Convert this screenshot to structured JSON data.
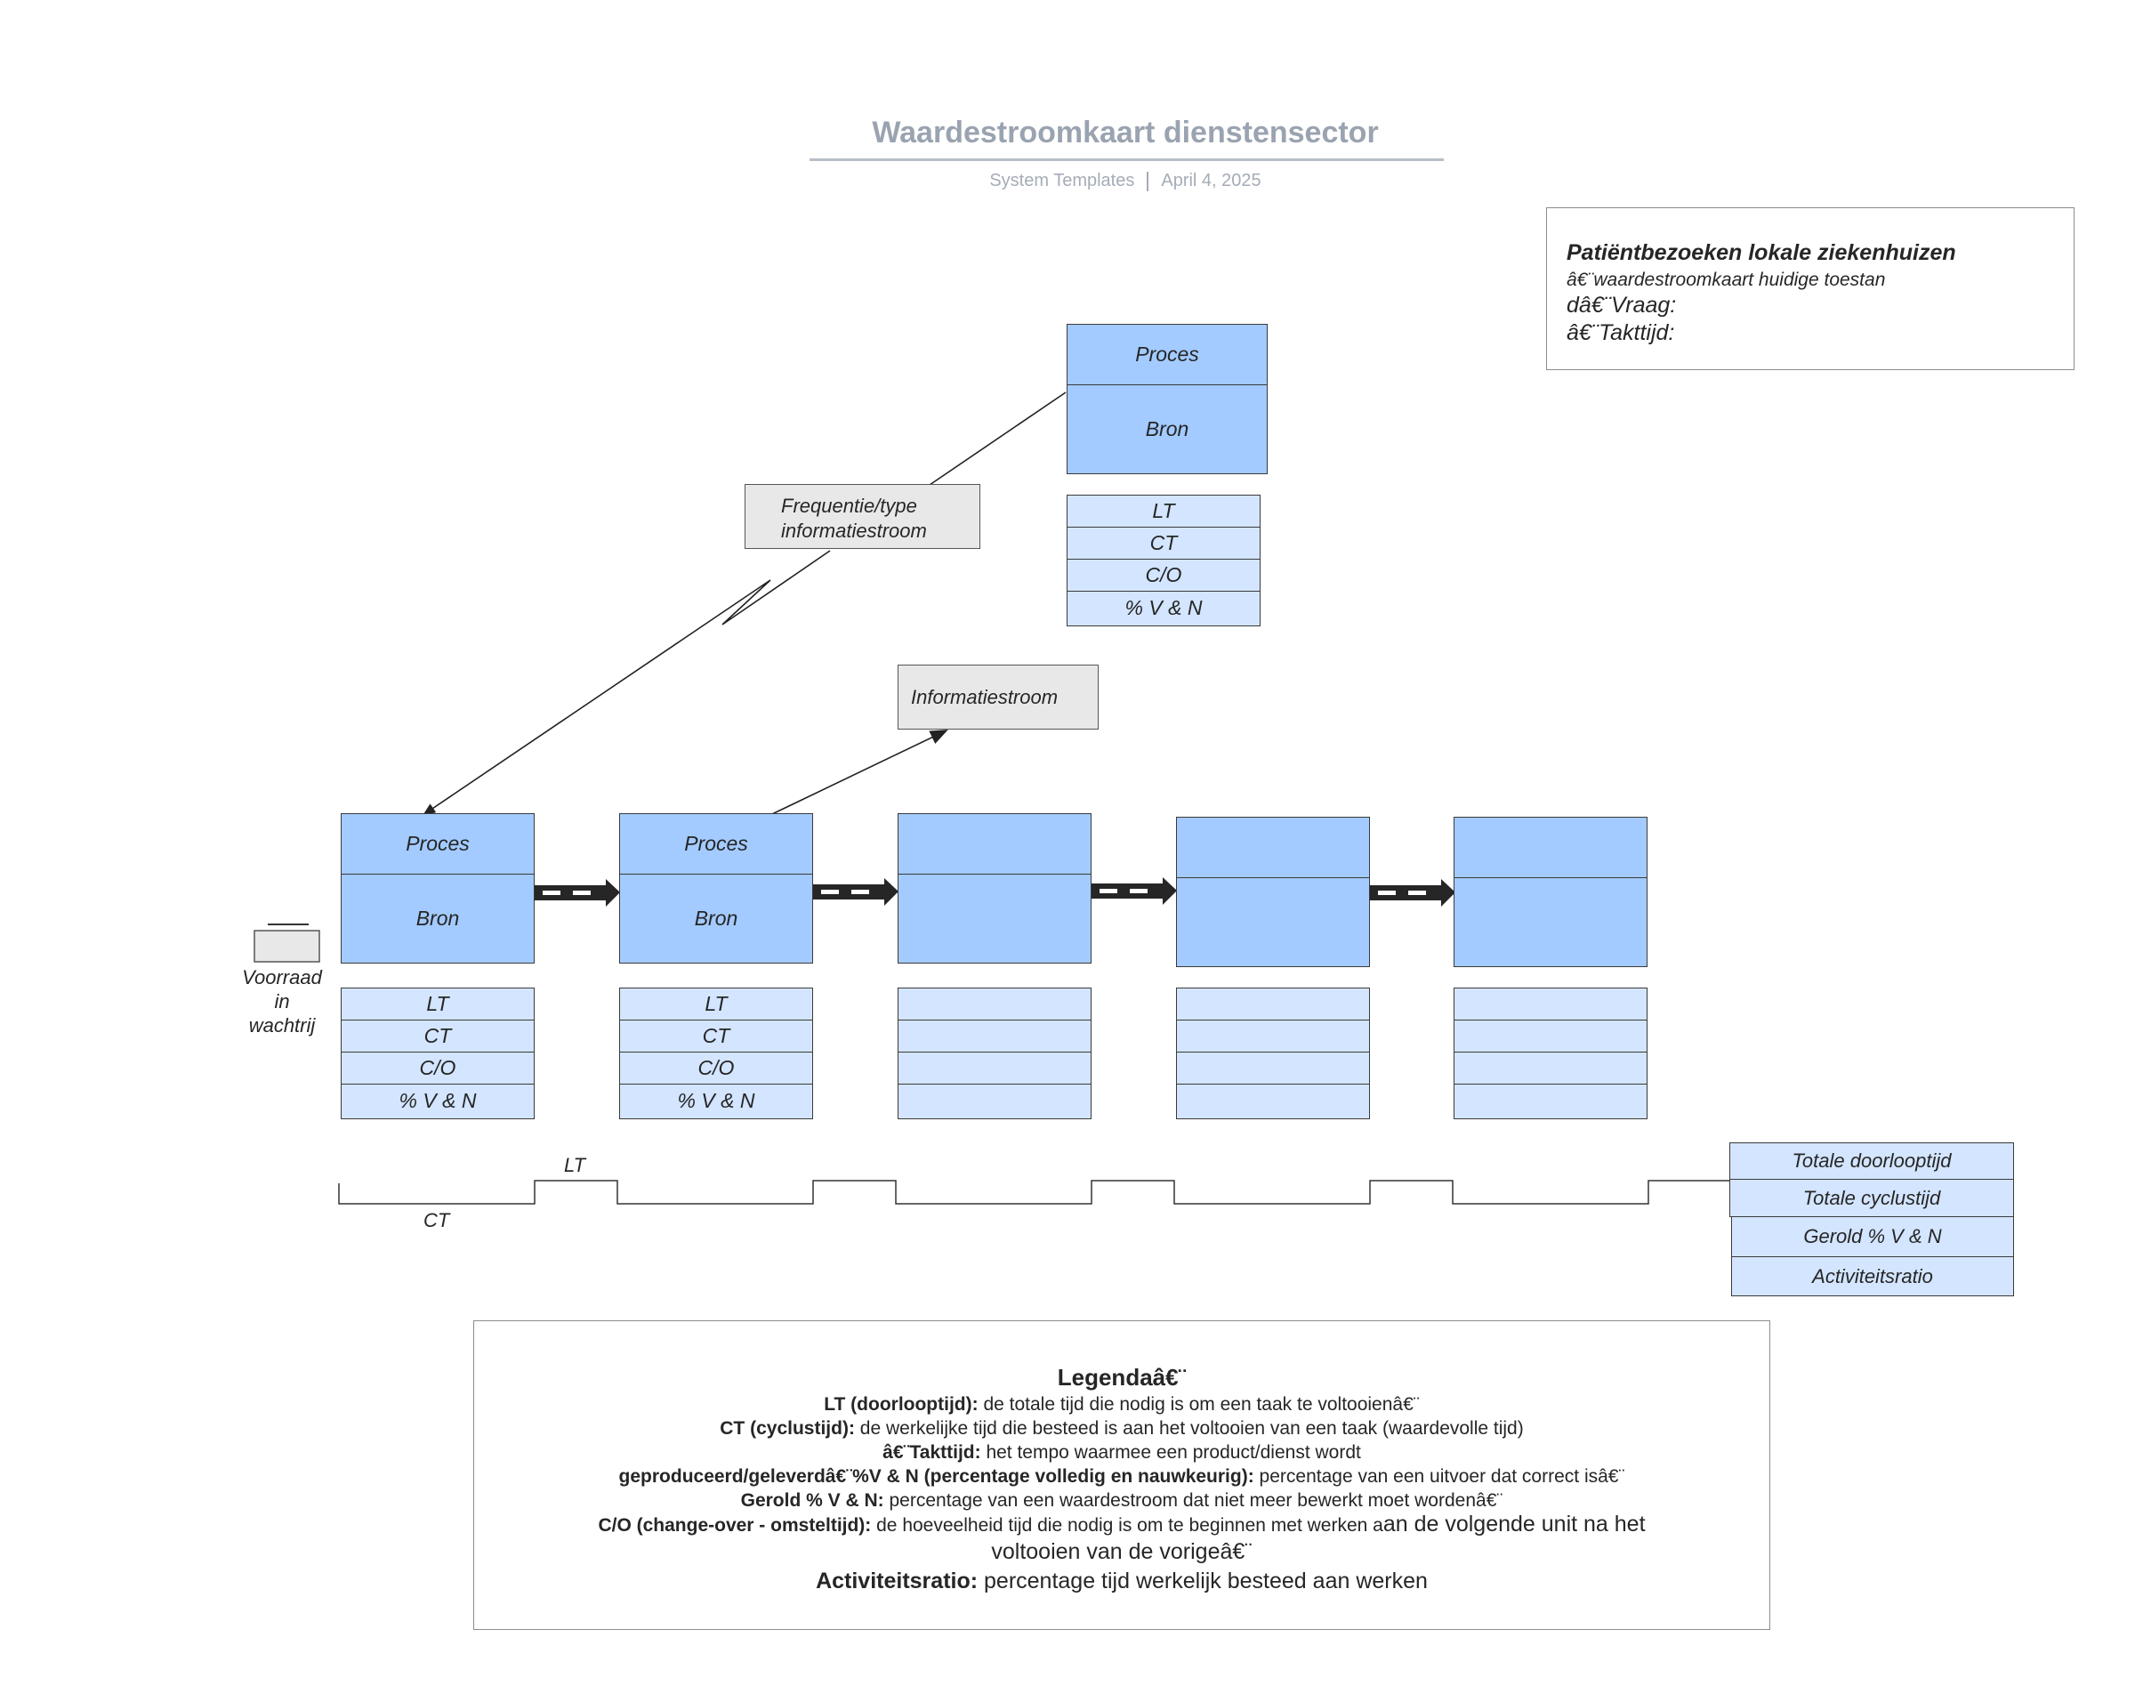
{
  "header": {
    "title": "Waardestroomkaart dienstensector",
    "source": "System Templates",
    "date": "April 4, 2025"
  },
  "info_card": {
    "heading": "Patiëntbezoeken lokale ziekenhuizen",
    "subtitle": "â€¨waardestroomkaart huidige toestan",
    "line1": "dâ€¨Vraag:",
    "line2": "â€¨Takttijd:"
  },
  "top_process": {
    "top": "Proces",
    "bottom": "Bron"
  },
  "metrics": {
    "lt": "LT",
    "ct": "CT",
    "co": "C/O",
    "vn": "% V & N"
  },
  "info_flows": {
    "frequency": "Frequentie/type\ninformatiestroom",
    "informatiestroom": "Informatiestroom"
  },
  "processes": [
    {
      "top": "Proces",
      "bottom": "Bron",
      "metrics": [
        "LT",
        "CT",
        "C/O",
        "% V & N"
      ]
    },
    {
      "top": "Proces",
      "bottom": "Bron",
      "metrics": [
        "LT",
        "CT",
        "C/O",
        "% V & N"
      ]
    },
    {
      "top": "",
      "bottom": "",
      "metrics": [
        "",
        "",
        "",
        ""
      ]
    },
    {
      "top": "",
      "bottom": "",
      "metrics": [
        "",
        "",
        "",
        ""
      ]
    },
    {
      "top": "",
      "bottom": "",
      "metrics": [
        "",
        "",
        "",
        ""
      ]
    }
  ],
  "inventory": {
    "label": "Voorraad\nin\nwachtrij"
  },
  "timeline": {
    "lt_label": "LT",
    "ct_label": "CT"
  },
  "totals": {
    "lead_time": "Totale doorlooptijd",
    "cycle_time": "Totale cyclustijd",
    "rolled_vn": "Gerold % V & N",
    "activity_ratio": "Activiteitsratio"
  },
  "legend": {
    "heading": "Legendaâ€¨",
    "lt_term": "LT (doorlooptijd):",
    "lt_def": " de totale tijd die nodig is om een taak te voltooienâ€¨",
    "ct_term": "CT (cyclustijd):",
    "ct_def": " de werkelijke tijd die besteed is aan het voltooien van een taak (waardevolle tijd)",
    "takt_term": "â€¨Takttijd:",
    "takt_def": " het tempo waarmee een product/dienst wordt",
    "takt_term2": "geproduceerd/geleverdâ€¨%V & N (percentage volledig en nauwkeurig):",
    "vn_def": " percentage van een uitvoer dat correct isâ€¨",
    "rolled_term": "Gerold % V & N:",
    "rolled_def": " percentage van een waardestroom dat niet meer bewerkt moet wordenâ€¨",
    "co_term": "C/O (change-over - omsteltijd):",
    "co_def": " de hoeveelheid tijd die nodig is om te beginnen met werken a",
    "co_def_big": "an de volgende unit na het",
    "co_def_big2": "voltooien van de vorigeâ€¨",
    "ar_term": "Activiteitsratio:",
    "ar_def": " percentage tijd werkelijk besteed aan werken"
  }
}
